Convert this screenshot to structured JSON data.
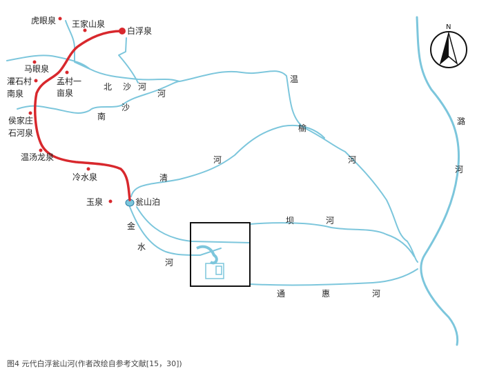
{
  "colors": {
    "route": "#d8282d",
    "river": "#7cc6dc",
    "spring": "#d8282d"
  },
  "springs": {
    "huyan": "虎眼泉",
    "wangjiashan": "王家山泉",
    "baifu": "白浮泉",
    "mayan": "马眼泉",
    "guanshi_1": "灌石村",
    "guanshi_2": "南泉",
    "mengcun_1": "孟村一",
    "mengcun_2": "亩泉",
    "houjiazhuang_1": "侯家庄",
    "houjiazhuang_2": "石河泉",
    "wentang": "温汤龙泉",
    "lengshui": "冷水泉",
    "yuquan": "玉泉",
    "wengshanpo": "瓮山泊"
  },
  "rivers": {
    "beisha": [
      "北",
      "沙",
      "河"
    ],
    "beisha_he2": "河",
    "nansha": [
      "南",
      "沙"
    ],
    "jinshui": [
      "金",
      "水",
      "河"
    ],
    "qing": [
      "清",
      "河"
    ],
    "wenyu": [
      "温",
      "榆",
      "河"
    ],
    "ba": [
      "坝",
      "河"
    ],
    "tonghui": [
      "通",
      "惠",
      "河"
    ],
    "lu": [
      "潞",
      "河"
    ]
  },
  "compass": {
    "label": "N",
    "icon": "north-arrow-icon"
  },
  "caption": "图4  元代白浮瓮山河(作者改绘自参考文献[15，30])"
}
